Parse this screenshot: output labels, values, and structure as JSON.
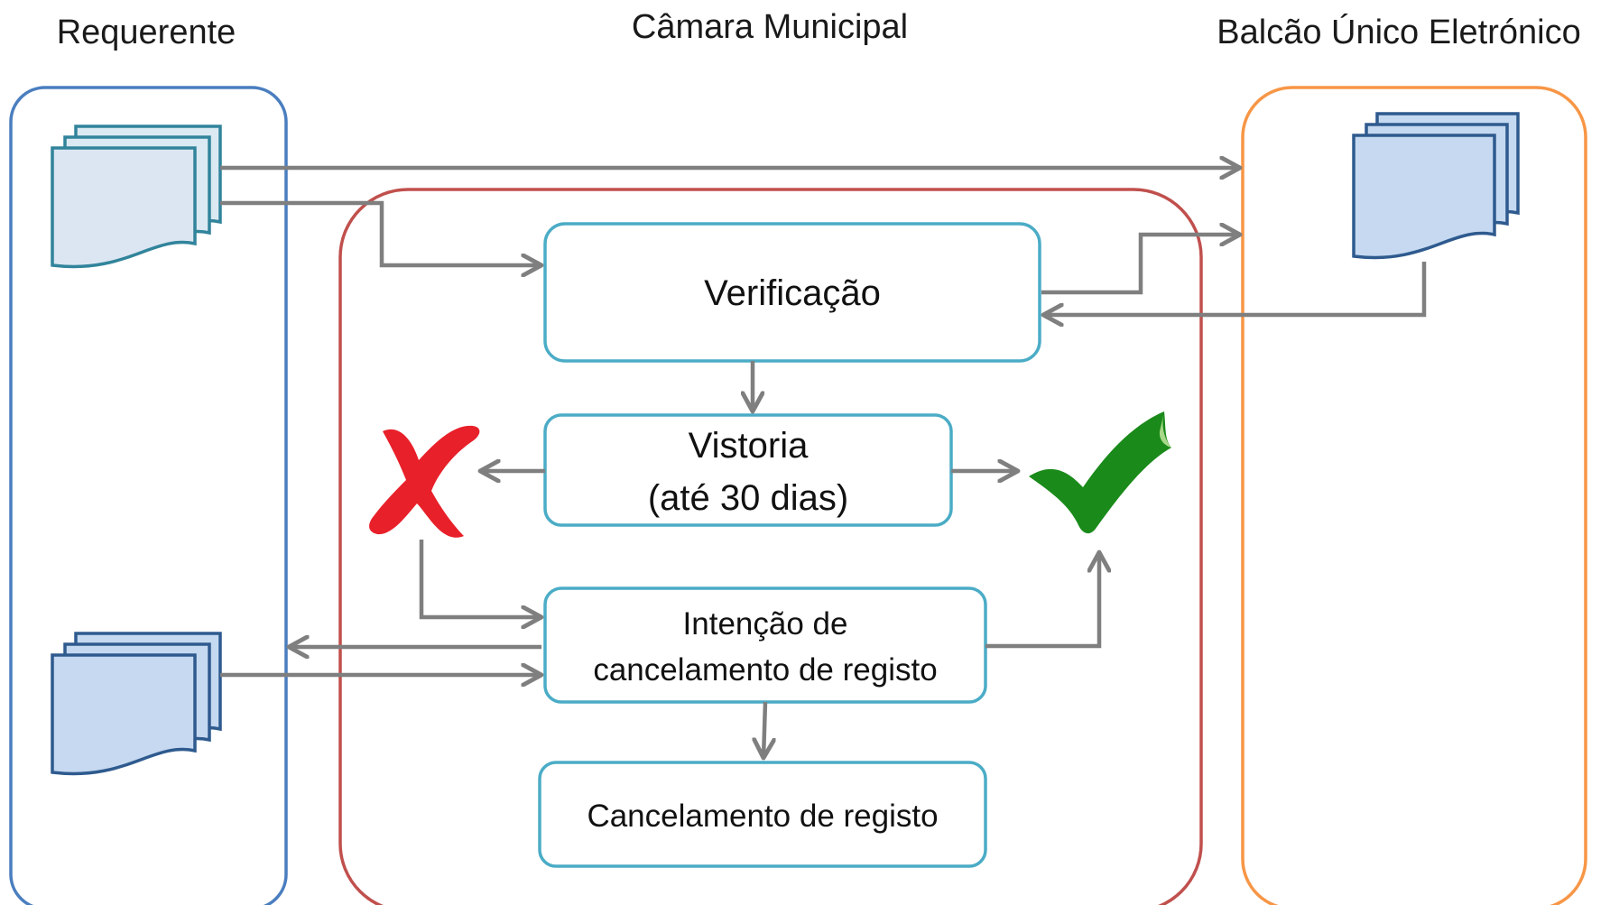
{
  "columns": {
    "requerente": "Requerente",
    "camara": "Câmara Municipal",
    "balcao": "Balcão Único Eletrónico"
  },
  "steps": {
    "verificacao": "Verificação",
    "vistoria_line1": "Vistoria",
    "vistoria_line2": "(até 30 dias)",
    "intencao_line1": "Intenção de",
    "intencao_line2": "cancelamento de registo",
    "cancelamento": "Cancelamento de registo"
  },
  "colors": {
    "requerente_border": "#4a7ebf",
    "camara_border": "#c0504d",
    "balcao_border": "#f79646",
    "step_border": "#4bacc6",
    "arrow": "#7f7f7f",
    "reject": "#e8202a",
    "approve": "#1a8a1a"
  },
  "icons": {
    "documents_top_left": "document-stack-icon",
    "documents_bottom_left": "document-stack-icon",
    "documents_right": "document-stack-icon",
    "reject": "red-x-icon",
    "approve": "green-check-icon"
  }
}
